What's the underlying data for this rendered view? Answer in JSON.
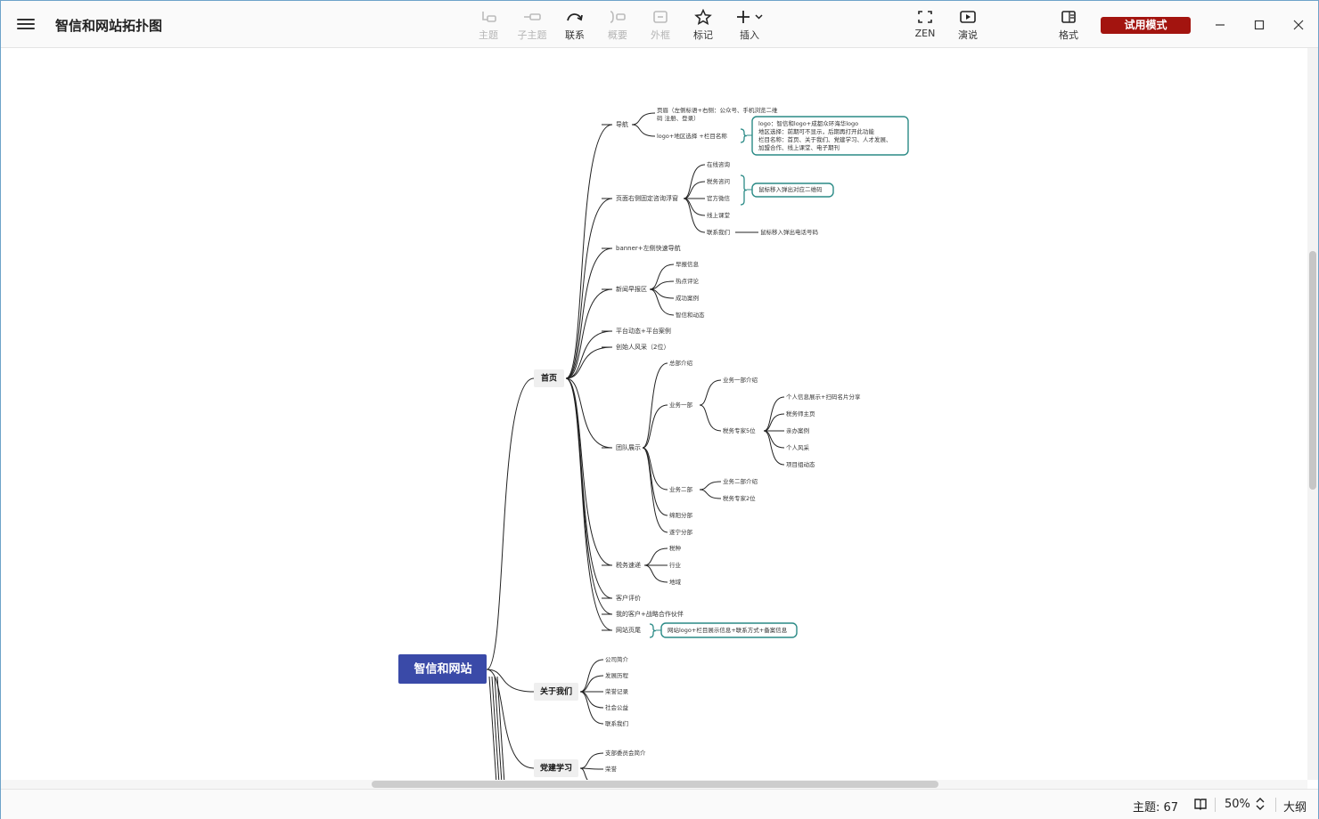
{
  "app": {
    "title": "智信和网站拓扑图"
  },
  "toolbar": {
    "topic": "主题",
    "subtopic": "子主题",
    "relation": "联系",
    "summary": "概要",
    "boundary": "外框",
    "marker": "标记",
    "insert": "插入",
    "zen": "ZEN",
    "present": "演说",
    "format": "格式",
    "trial": "试用模式"
  },
  "status": {
    "topics": "主题: 67",
    "zoom": "50%",
    "outline": "大纲"
  },
  "colors": {
    "root": "#3a4aa8",
    "trial": "#a3140f",
    "boundary": "#2a8a86",
    "line": "#222222"
  },
  "mindmap": {
    "root": "智信和网站",
    "nodes": {
      "home": "首页",
      "about": "关于我们",
      "party": "党建学习",
      "nav": "导航",
      "nav_a": "页眉（左侧标语+右侧：公众号、手机浏览二维",
      "nav_a2": "码 注册、登录）",
      "nav_b": "logo+地区选择 +栏目名称",
      "nav_note": [
        "logo：智信和logo+成都众环海华logo",
        "地区选择：前期可不显示，后期再打开此功能",
        "栏目名称：首页、关于我们、党建学习、人才发展、",
        "加盟合作、线上课堂、电子期刊"
      ],
      "float": "页面右侧固定咨询浮窗",
      "float_1": "在线咨询",
      "float_2": "税务咨问",
      "float_3": "官方微信",
      "float_4": "线上课堂",
      "float_5": "联系我们",
      "float_note": "鼠标移入弹出对应二维码",
      "float_5_note": "鼠标移入弹出电话号码",
      "banner": "banner+左侧快速导航",
      "news": "新闻早报区",
      "news_1": "早报信息",
      "news_2": "热点评论",
      "news_3": "成功案例",
      "news_4": "智信和动态",
      "platform": "平台动态+平台案例",
      "founder": "创始人风采（2位）",
      "team": "团队展示",
      "team_1": "总部介绍",
      "team_2": "业务一部",
      "team_2a": "业务一部介绍",
      "team_2b": "税务专家5位",
      "team_2b1": "个人信息展示+扫码名片分享",
      "team_2b2": "税务师主页",
      "team_2b3": "亲办案例",
      "team_2b4": "个人风采",
      "team_2b5": "项目组动态",
      "team_3": "业务二部",
      "team_3a": "业务二部介绍",
      "team_3b": "税务专家2位",
      "team_4": "绵阳分部",
      "team_5": "遂宁分部",
      "tax": "税务速递",
      "tax_1": "税种",
      "tax_2": "行业",
      "tax_3": "地域",
      "review": "客户评价",
      "clients": "我的客户+战略合作伙伴",
      "footer": "网站页尾",
      "footer_note": "网站logo+栏目展示信息+联系方式+备案信息",
      "about_1": "公司简介",
      "about_2": "发展历程",
      "about_3": "荣誉记录",
      "about_4": "社会公益",
      "about_5": "联系我们",
      "party_1": "支部委员会简介",
      "party_2": "荣誉"
    }
  }
}
